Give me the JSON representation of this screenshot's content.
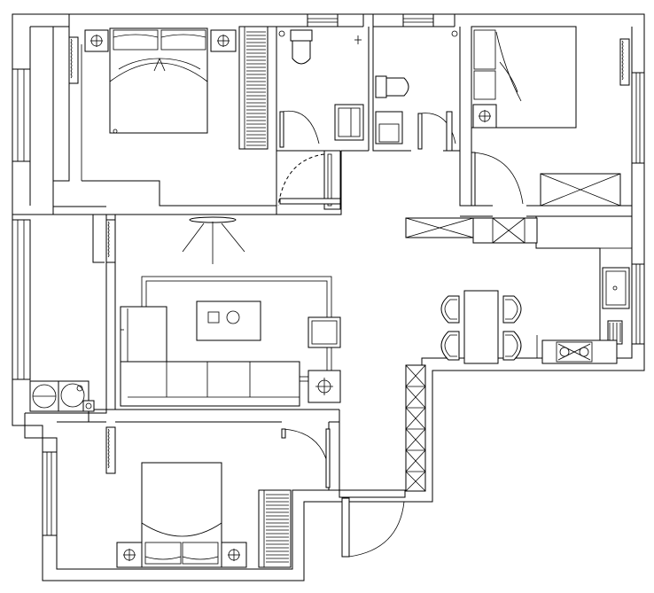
{
  "plan": {
    "background": "#ffffff",
    "line_color": "#000000",
    "rooms": [
      {
        "name": "master-bedroom",
        "furniture": [
          "double-bed",
          "nightstand",
          "nightstand",
          "wardrobe",
          "air-conditioner"
        ]
      },
      {
        "name": "bathroom-1",
        "furniture": [
          "toilet",
          "sink",
          "shower-tray"
        ]
      },
      {
        "name": "bathroom-2",
        "furniture": [
          "toilet",
          "sink"
        ]
      },
      {
        "name": "bedroom-2",
        "furniture": [
          "bed",
          "nightstand",
          "window-seat",
          "air-conditioner"
        ]
      },
      {
        "name": "living-room",
        "furniture": [
          "sofa",
          "coffee-table",
          "armchair",
          "side-table",
          "rug",
          "ceiling-lamp"
        ]
      },
      {
        "name": "dining-area",
        "furniture": [
          "dining-table",
          "chair",
          "chair",
          "chair",
          "chair"
        ]
      },
      {
        "name": "kitchen",
        "furniture": [
          "sink",
          "cooktop",
          "fridge",
          "counter"
        ]
      },
      {
        "name": "balcony",
        "furniture": [
          "washing-machine",
          "dryer",
          "air-conditioner"
        ]
      },
      {
        "name": "bedroom-3",
        "furniture": [
          "double-bed",
          "nightstand",
          "nightstand",
          "wardrobe",
          "air-conditioner"
        ]
      }
    ]
  }
}
